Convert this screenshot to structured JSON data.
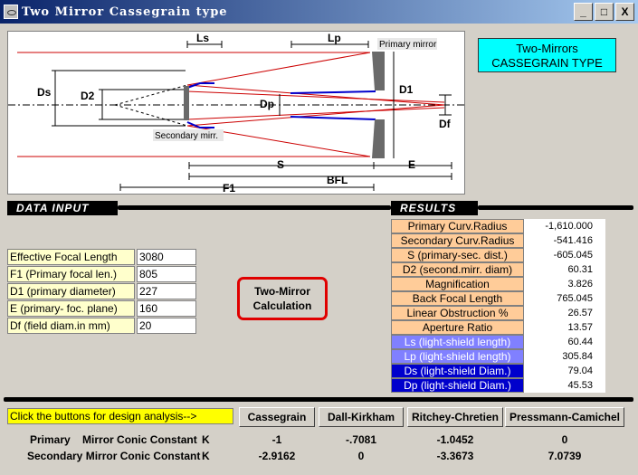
{
  "window": {
    "title": "Two Mirror Cassegrain type",
    "min_label": "_",
    "max_label": "□",
    "close_label": "X"
  },
  "diagram": {
    "labels": {
      "ls": "Ls",
      "lp": "Lp",
      "primary_mirror": "Primary mirror",
      "ds": "Ds",
      "d2": "D2",
      "dp": "Dp",
      "d1": "D1",
      "df": "Df",
      "secondary_mirror": "Secondary mirr.",
      "s": "S",
      "e": "E",
      "bfl": "BFL",
      "f1": "F1"
    }
  },
  "title_box": {
    "line1": "Two-Mirrors",
    "line2": "CASSEGRAIN TYPE"
  },
  "data_input": {
    "heading": "DATA INPUT",
    "rows": [
      {
        "label": "Effective Focal Length",
        "value": "3080"
      },
      {
        "label": "F1 (Primary focal len.)",
        "value": "805"
      },
      {
        "label": "D1 (primary diameter)",
        "value": "227"
      },
      {
        "label": "E (primary- foc. plane)",
        "value": "160"
      },
      {
        "label": "Df (field  diam.in mm)",
        "value": "20"
      }
    ]
  },
  "calc_button": {
    "line1": "Two-Mirror",
    "line2": "Calculation"
  },
  "results": {
    "heading": "RESULTS",
    "rows": [
      {
        "label": "Primary Curv.Radius",
        "value": "-1,610.000"
      },
      {
        "label": "Secondary Curv.Radius",
        "value": "-541.416"
      },
      {
        "label": "S (primary-sec. dist.)",
        "value": "-605.045"
      },
      {
        "label": "D2 (second.mirr. diam)",
        "value": "60.31"
      },
      {
        "label": "Magnification",
        "value": "3.826"
      },
      {
        "label": "Back Focal Length",
        "value": "765.045"
      },
      {
        "label": "Linear Obstruction %",
        "value": "26.57"
      },
      {
        "label": "Aperture Ratio",
        "value": "13.57"
      },
      {
        "label": "Ls (light-shield length)",
        "value": "60.44"
      },
      {
        "label": "Lp (light-shield length)",
        "value": "305.84"
      },
      {
        "label": "Ds (light-shield Diam.)",
        "value": "79.04"
      },
      {
        "label": "Dp (light-shield Diam.)",
        "value": "45.53"
      }
    ],
    "colors": {
      "peach": "#ffcc99",
      "light_blue": "#8080ff",
      "dark_blue": "#0000cc"
    }
  },
  "analysis": {
    "prompt": "Click the buttons for design analysis-->",
    "buttons": [
      "Cassegrain",
      "Dall-Kirkham",
      "Ritchey-Chretien",
      "Pressmann-Camichel"
    ],
    "rows": [
      {
        "label": "Primary    Mirror Conic Constant",
        "k": "K",
        "values": [
          "-1",
          "-.7081",
          "-1.0452",
          "0"
        ]
      },
      {
        "label": "Secondary Mirror Conic Constant",
        "k": "K",
        "values": [
          "-2.9162",
          "0",
          "-3.3673",
          "7.0739"
        ]
      }
    ]
  }
}
